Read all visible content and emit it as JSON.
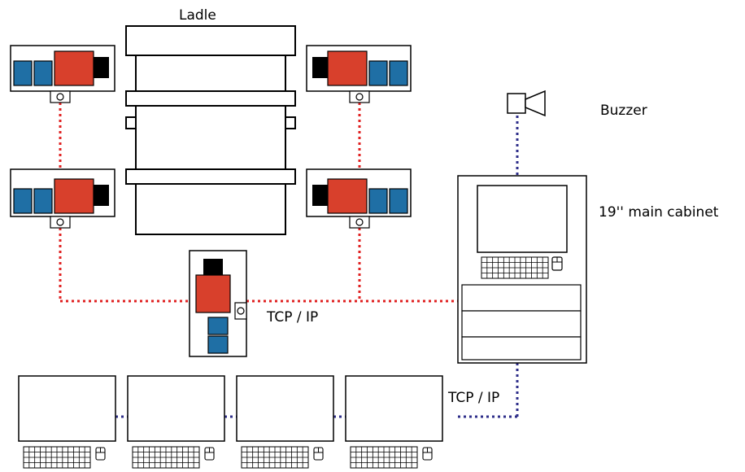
{
  "labels": {
    "ladle": "Ladle",
    "buzzer": "Buzzer",
    "cabinet": "19'' main cabinet",
    "tcp_ip_top": "TCP / IP",
    "tcp_ip_bottom": "TCP / IP"
  },
  "colors": {
    "sensor_body": "#d8402c",
    "sensor_screen": "#1f6fa5",
    "lens": "#000000",
    "camera_link": "#e02020",
    "data_link": "#2e2e8a",
    "outline": "#000000"
  },
  "icons": {
    "sensor": "thermal-camera-icon",
    "buzzer": "speaker-icon",
    "keyboard": "keyboard-icon",
    "mouse": "mouse-icon"
  }
}
